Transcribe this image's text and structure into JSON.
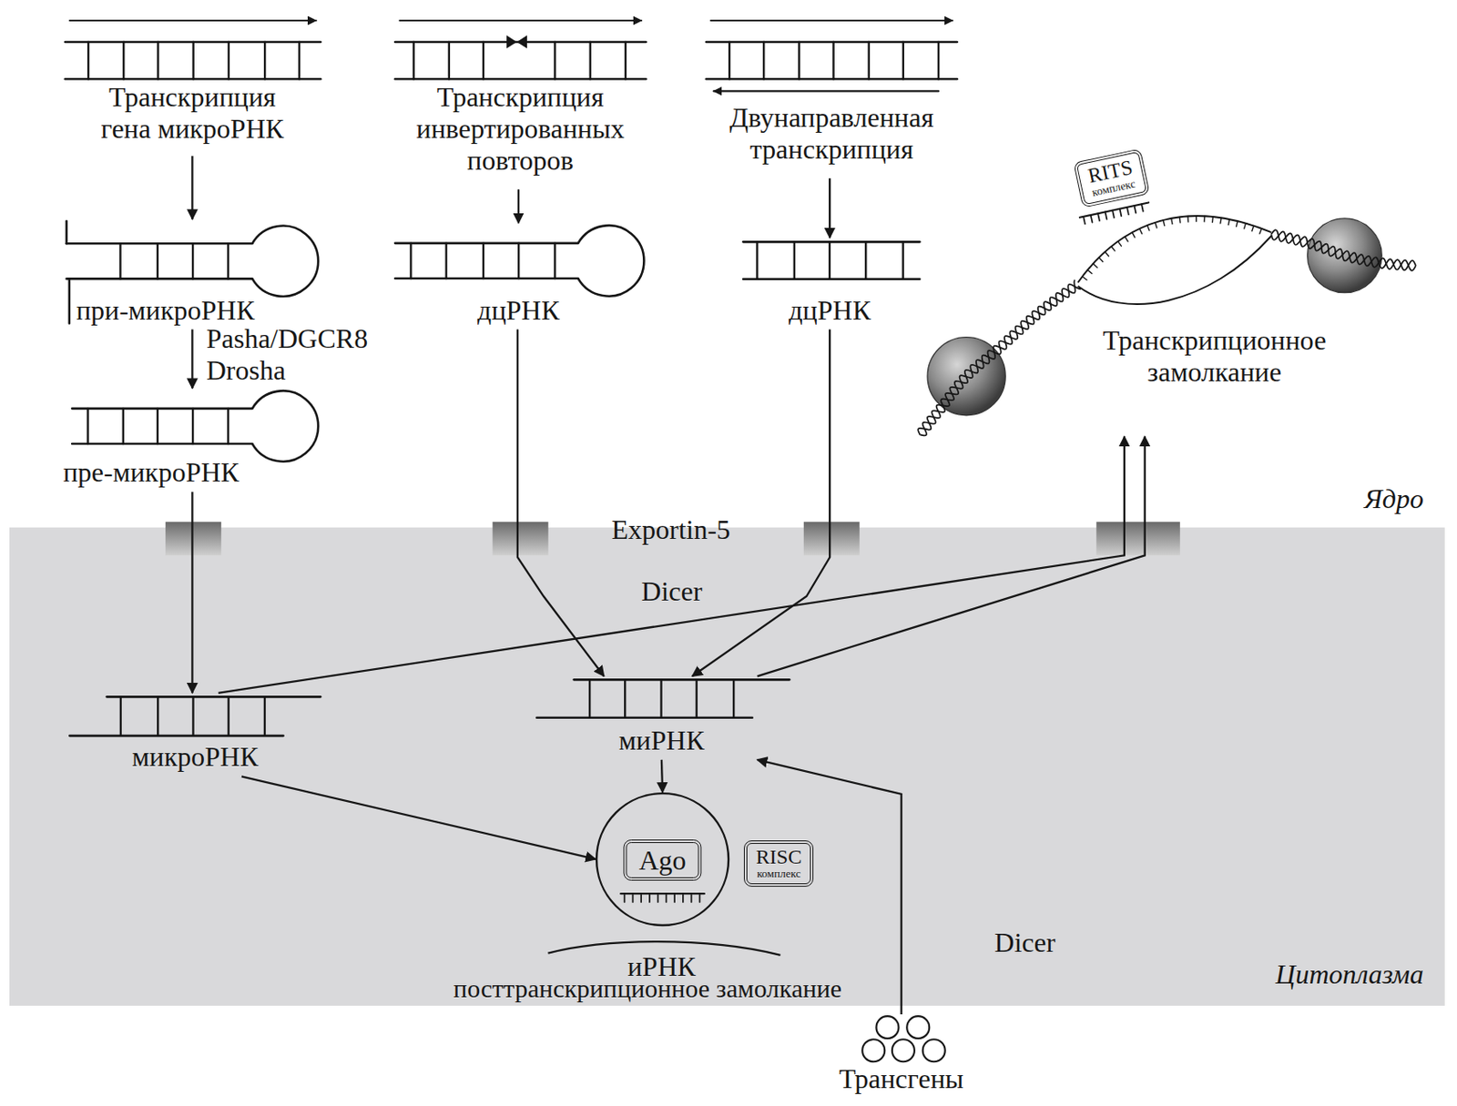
{
  "diagram": {
    "nodes": [
      {
        "text": [
          "Транскрипция гена микроРНК"
        ]
      },
      {
        "text": [
          "Транскрипция инвертированных повторов"
        ]
      },
      {
        "text": [
          "Двунаправленная транскрипция"
        ]
      },
      {
        "text": [
          "Транскрипционное замолкание"
        ]
      },
      {
        "text": [
          "RITS",
          "комплекс"
        ],
        "in": 3
      },
      {
        "text": [
          "при-микроРНК"
        ]
      },
      {
        "text": [
          "дцРНК"
        ]
      },
      {
        "text": [
          "дцРНК"
        ]
      },
      {
        "text": [
          "пре-микроРНК"
        ]
      },
      {
        "text": [
          "Цитоплазма"
        ]
      },
      {
        "text": [
          "микроРНК"
        ],
        "in": 9
      },
      {
        "text": [
          "миРНК"
        ],
        "in": 9
      },
      {
        "text": [
          "Ago"
        ],
        "in": 9
      },
      {
        "text": [
          "RISC",
          "комплекс"
        ],
        "in": 9
      },
      {
        "text": [
          "иРНК",
          "посттранскрипционное замолкание"
        ],
        "in": 9
      },
      {
        "text": [
          "Трансгены"
        ]
      }
    ],
    "edges": [
      {
        "from": 0,
        "to": 5,
        "arrow": "to"
      },
      {
        "from": 1,
        "to": 6,
        "arrow": "to"
      },
      {
        "from": 2,
        "to": 7,
        "arrow": "to"
      },
      {
        "from": 5,
        "to": 8,
        "label": "Pasha/DGCR8 Drosha",
        "arrow": "to"
      },
      {
        "from": 8,
        "to": 10,
        "arrow": "to"
      },
      {
        "from": 6,
        "to": 11,
        "arrow": "to"
      },
      {
        "from": 7,
        "to": 11,
        "arrow": "to"
      },
      {
        "from": 10,
        "to": 3,
        "arrow": "to"
      },
      {
        "from": 11,
        "to": 3,
        "arrow": "to"
      },
      {
        "from": 10,
        "to": 12,
        "arrow": "to"
      },
      {
        "from": 11,
        "to": 12,
        "arrow": "to"
      },
      {
        "from": 15,
        "to": 11,
        "arrow": "to"
      }
    ],
    "labels": [
      "Exportin-5",
      "Dicer",
      "Dicer",
      "Ядро"
    ]
  }
}
